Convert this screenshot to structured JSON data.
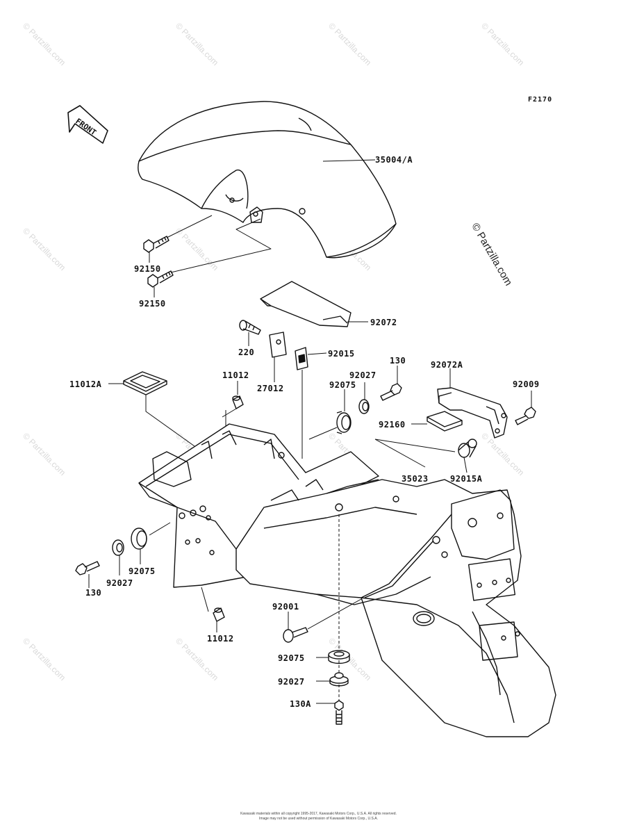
{
  "figure_code": "F2170",
  "copyright_mark": "© Partzilla.com",
  "watermark_text": "© Partzilla.com",
  "front_label": "FRONT",
  "footer_lines": [
    "Kawasaki materials within all copyright 1995-2017, Kawasaki Motors Corp., U.S.A. All rights reserved.",
    "Image may not be used without permission of Kawasaki Motors Corp., U.S.A."
  ],
  "labels": {
    "p35004a": "35004/A",
    "p92150a": "92150",
    "p92150b": "92150",
    "p92072": "92072",
    "p220": "220",
    "p27012": "27012",
    "p92015": "92015",
    "p130a": "130",
    "p92027a": "92027",
    "p92075a": "92075",
    "p11012a_top": "11012",
    "p11012A": "11012A",
    "p92072A": "92072A",
    "p92009": "92009",
    "p92160": "92160",
    "p92015A": "92015A",
    "p35023": "35023",
    "p92075b": "92075",
    "p92027b": "92027",
    "p130b": "130",
    "p11012b": "11012",
    "p92001": "92001",
    "p92075c": "92075",
    "p92027c": "92027",
    "p130A": "130A"
  }
}
